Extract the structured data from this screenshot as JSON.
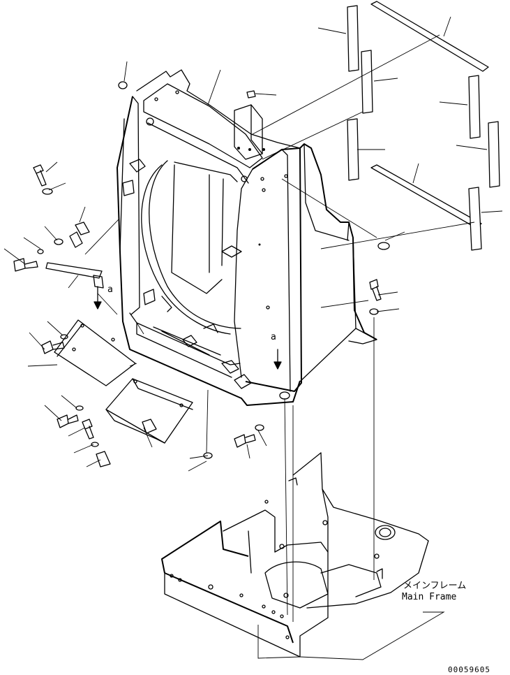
{
  "labels": {
    "view_a_upper": "a",
    "view_a_right": "a",
    "main_frame_jp": "メインフレーム",
    "main_frame_en": "Main Frame",
    "drawing_number": "00059605"
  }
}
